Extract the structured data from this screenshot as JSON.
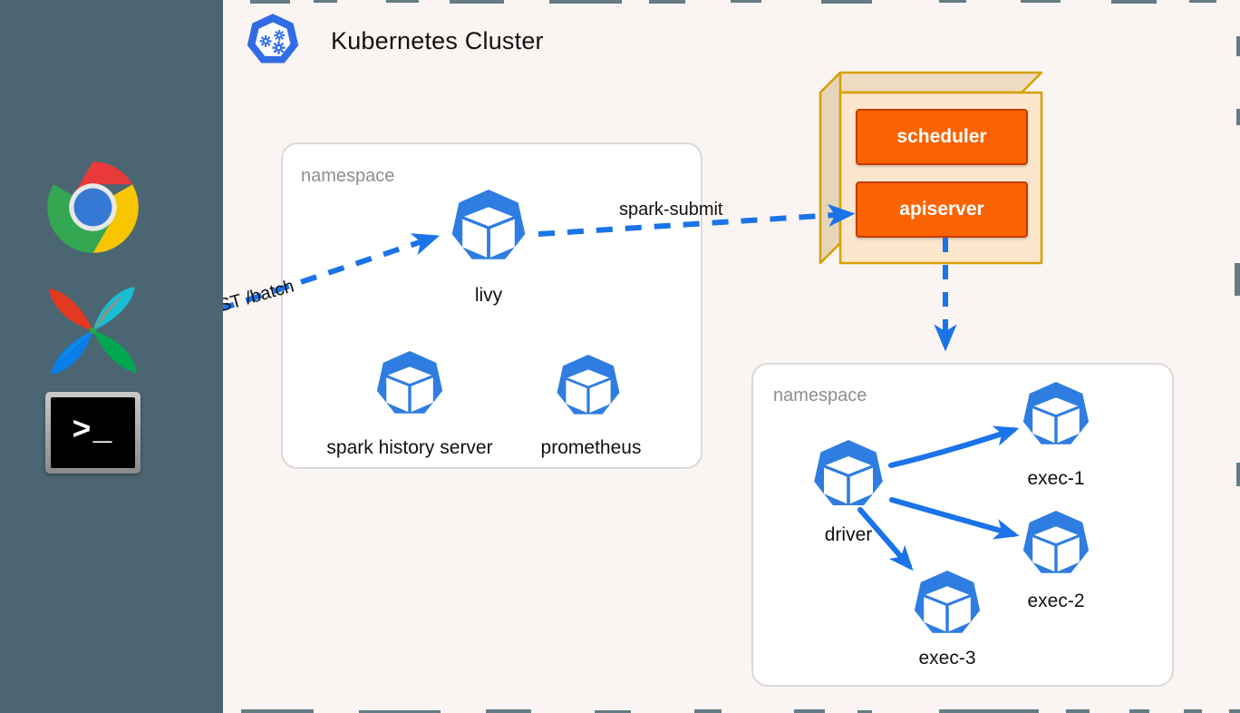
{
  "colors": {
    "dock_bg": "#4b6672",
    "canvas_bg": "#faf5f2",
    "k8s_blue": "#326ce5",
    "pod_blue": "#2f7de1",
    "arrow_blue": "#1a73e8",
    "orange": "#f96302",
    "orange_border": "#c43b00",
    "box_gold": "#d6a000",
    "box_face": "#fce6cc",
    "box_top": "#eedcc2",
    "ns_border": "#d9d9d9",
    "ns_label": "#8e8e8e",
    "text": "#111111"
  },
  "dock": {
    "items": [
      {
        "name": "chrome-icon",
        "label": "Google Chrome"
      },
      {
        "name": "airflow-icon",
        "label": "Apache Airflow"
      },
      {
        "name": "terminal-icon",
        "label": "Terminal",
        "prompt": ">_"
      }
    ]
  },
  "cluster": {
    "icon": "kubernetes-icon",
    "title": "Kubernetes Cluster"
  },
  "namespaces": [
    {
      "id": "ns-left",
      "label": "namespace",
      "pods": [
        {
          "id": "livy",
          "label": "livy"
        },
        {
          "id": "spark-history-server",
          "label": "spark history server"
        },
        {
          "id": "prometheus",
          "label": "prometheus"
        }
      ]
    },
    {
      "id": "ns-right",
      "label": "namespace",
      "pods": [
        {
          "id": "driver",
          "label": "driver"
        },
        {
          "id": "exec-1",
          "label": "exec-1"
        },
        {
          "id": "exec-2",
          "label": "exec-2"
        },
        {
          "id": "exec-3",
          "label": "exec-3"
        }
      ]
    }
  ],
  "control_plane": {
    "components": [
      {
        "id": "scheduler",
        "label": "scheduler"
      },
      {
        "id": "apiserver",
        "label": "apiserver"
      }
    ]
  },
  "edges": [
    {
      "id": "post-batch",
      "label": "POST /batch",
      "from": "client",
      "to": "livy",
      "style": "dashed"
    },
    {
      "id": "spark-submit",
      "label": "spark-submit",
      "from": "livy",
      "to": "apiserver",
      "style": "dashed"
    },
    {
      "id": "apiserver-to-namespace",
      "label": "",
      "from": "apiserver",
      "to": "ns-right",
      "style": "dashed"
    },
    {
      "id": "driver-exec-1",
      "label": "",
      "from": "driver",
      "to": "exec-1",
      "style": "solid"
    },
    {
      "id": "driver-exec-2",
      "label": "",
      "from": "driver",
      "to": "exec-2",
      "style": "solid"
    },
    {
      "id": "driver-exec-3",
      "label": "",
      "from": "driver",
      "to": "exec-3",
      "style": "solid"
    }
  ]
}
